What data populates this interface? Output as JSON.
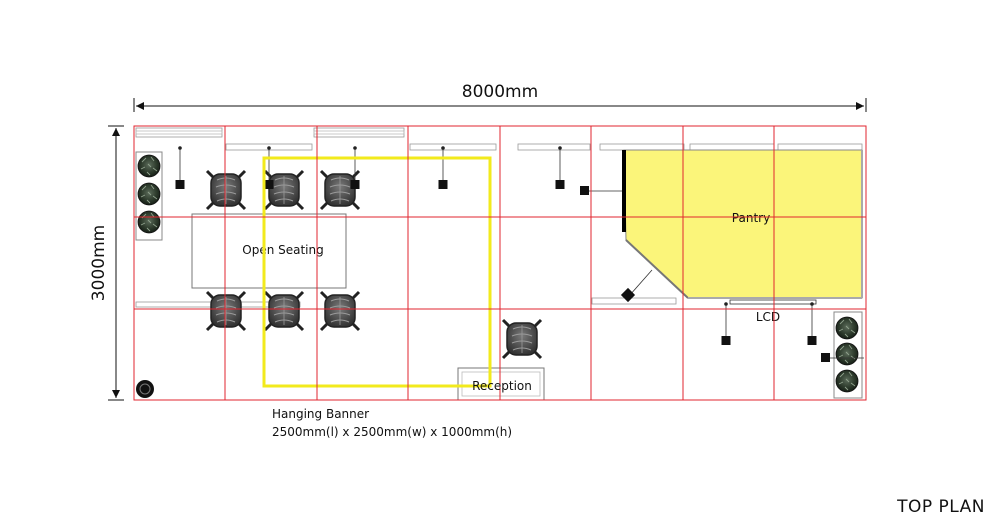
{
  "dimensions": {
    "width_label": "8000mm",
    "height_label": "3000mm"
  },
  "labels": {
    "open_seating": "Open Seating",
    "pantry": "Pantry",
    "lcd": "LCD",
    "reception": "Reception"
  },
  "banner": {
    "title": "Hanging Banner",
    "size": "2500mm(l) x 2500mm(w) x 1000mm(h)"
  },
  "view_title": "TOP PLAN",
  "colors": {
    "grid": "#e0262f",
    "banner_outline": "#f2ea1c",
    "pantry_fill": "#fbf57a",
    "plant": "#2b3b2b",
    "chair": "#4a4a4a"
  }
}
